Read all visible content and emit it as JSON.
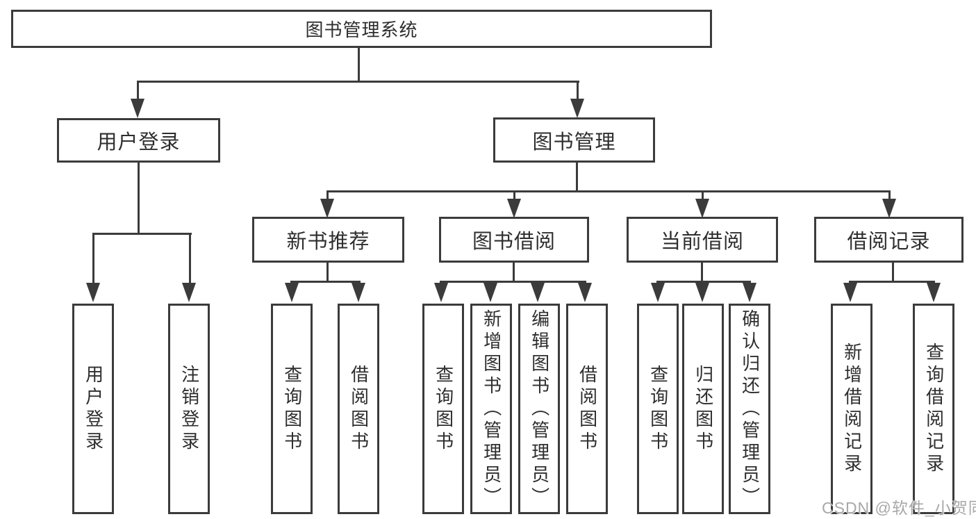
{
  "tree": {
    "label": "图书管理系统",
    "children": [
      {
        "label": "用户登录",
        "children": [
          {
            "label": "用户登录"
          },
          {
            "label": "注销登录"
          }
        ]
      },
      {
        "label": "图书管理",
        "children": [
          {
            "label": "新书推荐",
            "children": [
              {
                "label": "查询图书"
              },
              {
                "label": "借阅图书"
              }
            ]
          },
          {
            "label": "图书借阅",
            "children": [
              {
                "label": "查询图书"
              },
              {
                "label": "新增图书（管理员）"
              },
              {
                "label": "编辑图书（管理员）"
              },
              {
                "label": "借阅图书"
              }
            ]
          },
          {
            "label": "当前借阅",
            "children": [
              {
                "label": "查询图书"
              },
              {
                "label": "归还图书"
              },
              {
                "label": "确认归还（管理员）"
              }
            ]
          },
          {
            "label": "借阅记录",
            "children": [
              {
                "label": "新增借阅记录"
              },
              {
                "label": "查询借阅记录"
              }
            ]
          }
        ]
      }
    ]
  },
  "watermark": {
    "text": "CSDN @软件_小贺同学"
  },
  "colors": {
    "line": "#3b3b3b",
    "text": "#2e2e2e",
    "background": "#ffffff",
    "watermark": "#a8a8a8"
  }
}
